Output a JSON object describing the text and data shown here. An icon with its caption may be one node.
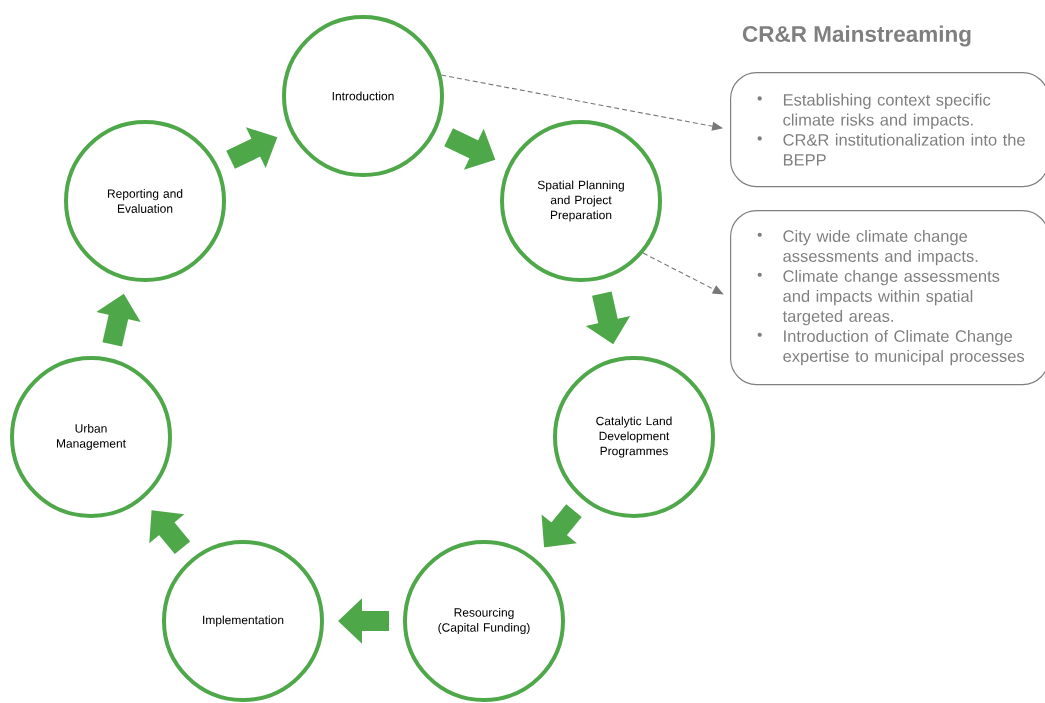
{
  "diagram": {
    "title": "CR&R Mainstreaming",
    "nodes": [
      {
        "text": [
          "Introduction"
        ]
      },
      {
        "text": [
          "Spatial Planning and Project Preparation"
        ]
      },
      {
        "text": [
          "Catalytic Land Development Programmes"
        ]
      },
      {
        "text": [
          "Resourcing (Capital Funding)"
        ]
      },
      {
        "text": [
          "Implementation"
        ]
      },
      {
        "text": [
          "Urban Management"
        ]
      },
      {
        "text": [
          "Reporting and Evaluation"
        ]
      },
      {
        "text": [
          "Establishing context specific climate risks and impacts.",
          "CR&R institutionalization into the BEPP"
        ]
      },
      {
        "text": [
          "City wide climate change assessments and impacts.",
          "Climate change assessments and impacts within spatial targeted areas.",
          "Introduction of Climate Change expertise to municipal processes"
        ]
      }
    ],
    "edges": [
      {
        "from": 0,
        "to": 1,
        "arrow": "to"
      },
      {
        "from": 1,
        "to": 2,
        "arrow": "to"
      },
      {
        "from": 2,
        "to": 3,
        "arrow": "to"
      },
      {
        "from": 3,
        "to": 4,
        "arrow": "to"
      },
      {
        "from": 4,
        "to": 5,
        "arrow": "to"
      },
      {
        "from": 5,
        "to": 6,
        "arrow": "to"
      },
      {
        "from": 6,
        "to": 0,
        "arrow": "to"
      },
      {
        "from": 0,
        "to": 7,
        "arrow": "to",
        "style": "dashed",
        "color": "#777777"
      },
      {
        "from": 1,
        "to": 8,
        "arrow": "to",
        "style": "dashed",
        "color": "#777777"
      }
    ]
  }
}
